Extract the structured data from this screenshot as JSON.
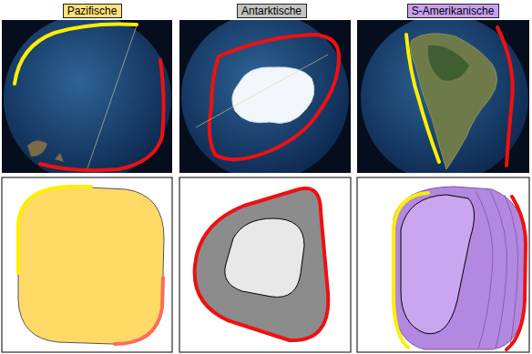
{
  "diagram": {
    "nodes": [
      {
        "text": [
          "Pazifische"
        ]
      },
      {
        "text": [
          "Antarktische"
        ]
      },
      {
        "text": [
          "S-Amerikanische"
        ]
      }
    ]
  }
}
